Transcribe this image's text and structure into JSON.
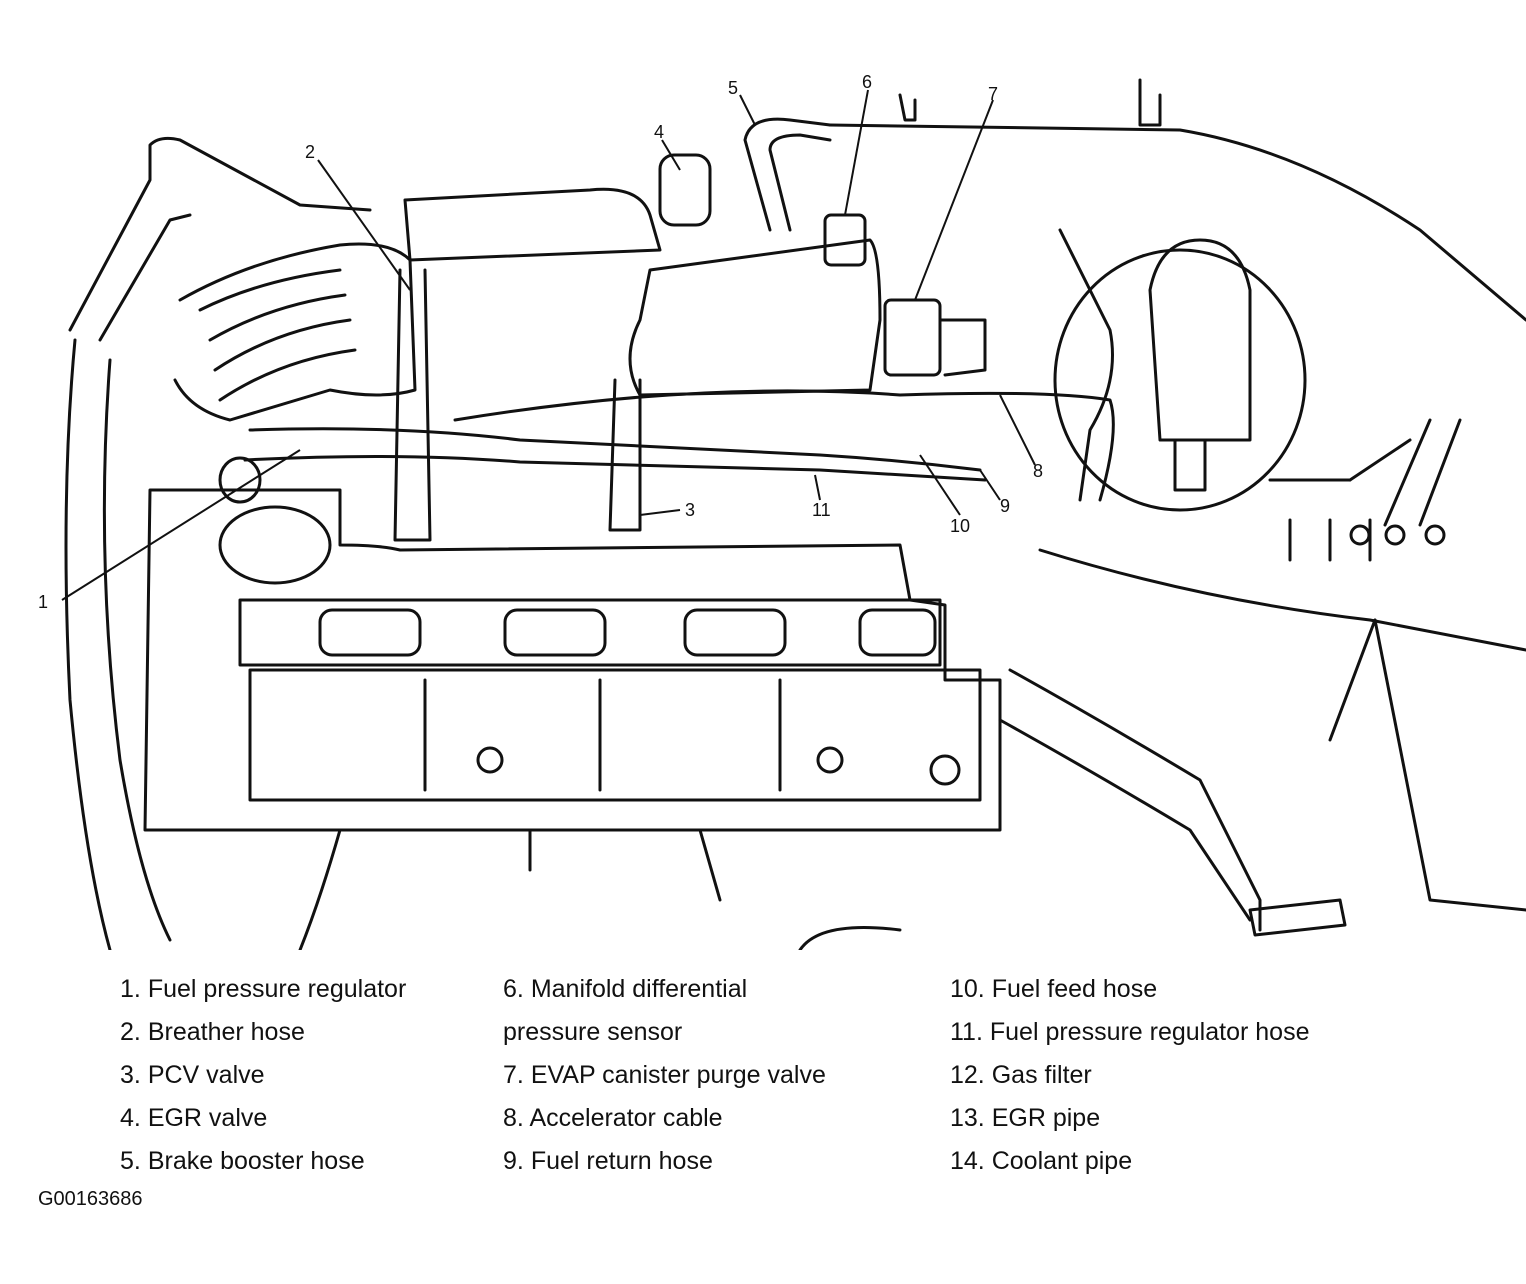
{
  "callouts": [
    "1",
    "2",
    "3",
    "4",
    "5",
    "6",
    "7",
    "8",
    "9",
    "10",
    "11"
  ],
  "legend": {
    "col1": [
      {
        "num": "1.",
        "text": "Fuel pressure regulator"
      },
      {
        "num": "2.",
        "text": "Breather hose"
      },
      {
        "num": "3.",
        "text": "PCV valve"
      },
      {
        "num": "4.",
        "text": "EGR valve"
      },
      {
        "num": "5.",
        "text": "Brake booster hose"
      }
    ],
    "col2": [
      {
        "num": "6.",
        "text": "Manifold differential",
        "cont": "pressure sensor"
      },
      {
        "num": "7.",
        "text": "EVAP canister purge valve"
      },
      {
        "num": "8.",
        "text": "Accelerator cable"
      },
      {
        "num": "9.",
        "text": "Fuel return hose"
      }
    ],
    "col3": [
      {
        "num": "10.",
        "text": "Fuel feed hose"
      },
      {
        "num": "11.",
        "text": "Fuel pressure regulator hose"
      },
      {
        "num": "12.",
        "text": "Gas filter"
      },
      {
        "num": "13.",
        "text": "EGR pipe"
      },
      {
        "num": "14.",
        "text": "Coolant pipe"
      }
    ]
  },
  "figure_code": "G00163686"
}
